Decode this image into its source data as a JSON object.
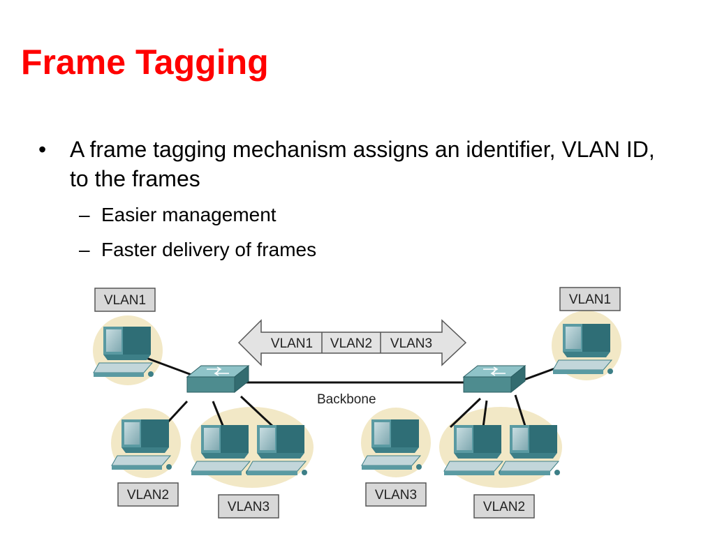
{
  "slide": {
    "title": "Frame Tagging",
    "bullet": "A frame tagging mechanism assigns an identifier, VLAN ID, to the frames",
    "bullet_marker": "•",
    "sub_marker": "–",
    "sub_bullets": [
      "Easier management",
      "Faster delivery of frames"
    ]
  },
  "diagram": {
    "arrow_labels": [
      "VLAN1",
      "VLAN2",
      "VLAN3"
    ],
    "backbone_label": "Backbone",
    "left": {
      "top_label": "VLAN1",
      "bottom_left_label": "VLAN2",
      "bottom_right_label": "VLAN3"
    },
    "right": {
      "top_label": "VLAN1",
      "bottom_left_label": "VLAN3",
      "bottom_right_label": "VLAN2"
    }
  },
  "colors": {
    "title": "#ff0000",
    "group_fill": "#f2e8c6",
    "switch": "#4e8c8f",
    "label_box": "#d8d8d8"
  }
}
